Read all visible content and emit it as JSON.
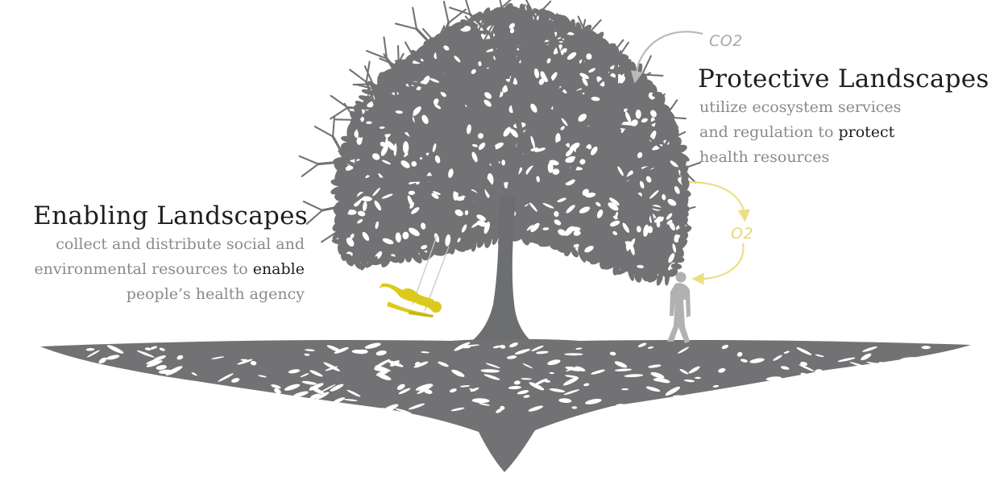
{
  "colors": {
    "tree": "#707173",
    "swing": "#ddc91e",
    "person": "#b1b1b1",
    "co2_arrow": "#b9b9b9",
    "o2_arrow": "#ebdf82",
    "heading_text": "#1e1e1e",
    "body_text": "#8a8a8a"
  },
  "enabling": {
    "title": "Enabling Landscapes",
    "line1": "collect and distribute social and",
    "line2_pre": "environmental resources to ",
    "line2_emph": "enable",
    "line3": "people’s health agency"
  },
  "protective": {
    "title": "Protective Landscapes",
    "line1": "utilize ecosystem services",
    "line2_pre": "and regulation to ",
    "line2_emph": "protect",
    "line3": "health resources"
  },
  "labels": {
    "co2": "CO2",
    "o2": "O2"
  },
  "icons": {
    "tree": "tree-icon",
    "roots": "roots-icon",
    "swing_child": "swing-child-icon",
    "walking_person": "walking-person-icon",
    "co2_arrow": "co2-arrow-icon",
    "o2_arrow": "o2-arrow-icon"
  }
}
